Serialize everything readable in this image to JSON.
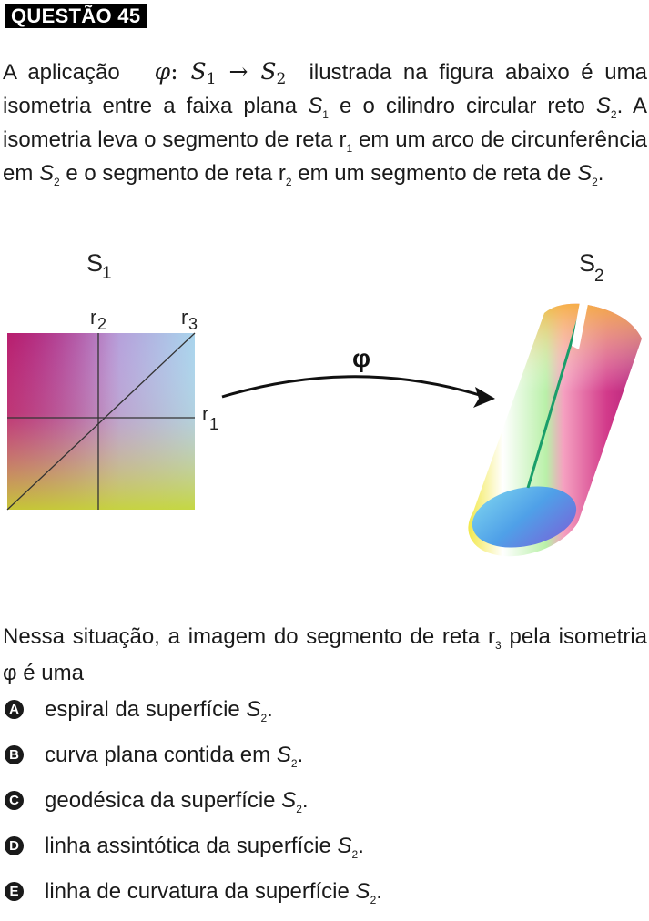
{
  "header": {
    "title": "QUESTÃO 45"
  },
  "intro": {
    "t1": "A aplicação",
    "phi": "φ",
    "colon": ":",
    "s": "S",
    "one": "1",
    "arrow": "→",
    "two": "2",
    "t2": "ilustrada na figura abaixo é uma isometria entre a faixa plana",
    "t3": "e o cilindro circular reto",
    "t4": ". A isometria leva o segmento de reta r",
    "t5": "em um arco de circunferência em",
    "t6": "e o segmento de reta r",
    "t7": "em um segmento de reta de",
    "t8": "."
  },
  "figure": {
    "s": "S",
    "s1_sub": "1",
    "s2_sub": "2",
    "r": "r",
    "r1_sub": "1",
    "r2_sub": "2",
    "r3_sub": "3",
    "map_label": "φ"
  },
  "question": {
    "t1": "Nessa situação, a imagem do segmento de reta r",
    "sub": "3",
    "t2": "pela isometria φ é uma"
  },
  "options": [
    {
      "letter": "A",
      "text": "espiral da superfície",
      "s": "S",
      "sub": "2",
      "end": "."
    },
    {
      "letter": "B",
      "text": "curva plana contida em",
      "s": "S",
      "sub": "2",
      "end": "."
    },
    {
      "letter": "C",
      "text": "geodésica da superfície",
      "s": "S",
      "sub": "2",
      "end": "."
    },
    {
      "letter": "D",
      "text": "linha assintótica da superfície",
      "s": "S",
      "sub": "2",
      "end": "."
    },
    {
      "letter": "E",
      "text": "linha de curvatura da superfície",
      "s": "S",
      "sub": "2",
      "end": "."
    }
  ]
}
